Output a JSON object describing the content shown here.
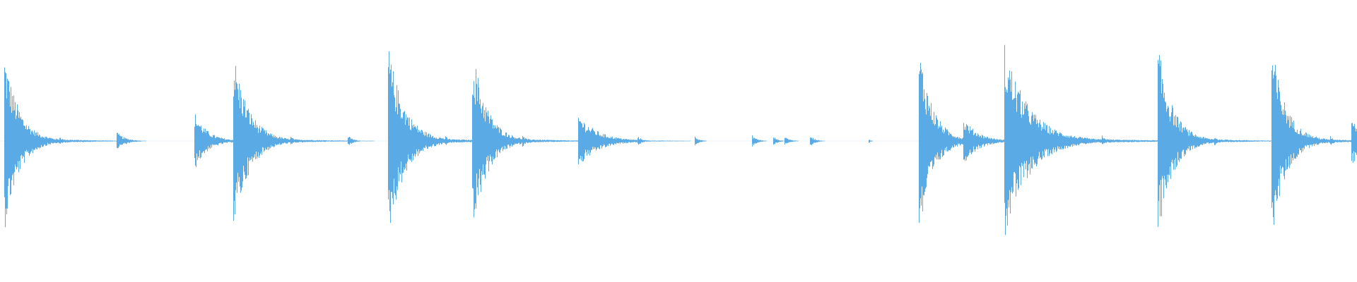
{
  "waveform": {
    "color": "#5aaae6",
    "background": "#ffffff",
    "duration_fraction_hits": [
      {
        "t": 0.003,
        "amp": 0.92,
        "decay": 0.03
      },
      {
        "t": 0.044,
        "amp": 0.05,
        "decay": 0.008
      },
      {
        "t": 0.086,
        "amp": 0.09,
        "decay": 0.018
      },
      {
        "t": 0.143,
        "amp": 0.3,
        "decay": 0.026
      },
      {
        "t": 0.172,
        "amp": 0.92,
        "decay": 0.032
      },
      {
        "t": 0.214,
        "amp": 0.05,
        "decay": 0.008
      },
      {
        "t": 0.256,
        "amp": 0.06,
        "decay": 0.01
      },
      {
        "t": 0.286,
        "amp": 0.98,
        "decay": 0.034
      },
      {
        "t": 0.328,
        "amp": 0.05,
        "decay": 0.008
      },
      {
        "t": 0.348,
        "amp": 0.98,
        "decay": 0.03
      },
      {
        "t": 0.385,
        "amp": 0.06,
        "decay": 0.009
      },
      {
        "t": 0.426,
        "amp": 0.28,
        "decay": 0.04
      },
      {
        "t": 0.47,
        "amp": 0.05,
        "decay": 0.01
      },
      {
        "t": 0.512,
        "amp": 0.06,
        "decay": 0.008
      },
      {
        "t": 0.554,
        "amp": 0.06,
        "decay": 0.01
      },
      {
        "t": 0.57,
        "amp": 0.05,
        "decay": 0.008
      },
      {
        "t": 0.578,
        "amp": 0.05,
        "decay": 0.01
      },
      {
        "t": 0.597,
        "amp": 0.06,
        "decay": 0.01
      },
      {
        "t": 0.64,
        "amp": 0.02,
        "decay": 0.004
      },
      {
        "t": 0.677,
        "amp": 1.0,
        "decay": 0.028
      },
      {
        "t": 0.71,
        "amp": 0.24,
        "decay": 0.03
      },
      {
        "t": 0.74,
        "amp": 1.0,
        "decay": 0.05
      },
      {
        "t": 0.812,
        "amp": 0.06,
        "decay": 0.009
      },
      {
        "t": 0.853,
        "amp": 1.0,
        "decay": 0.03
      },
      {
        "t": 0.895,
        "amp": 0.05,
        "decay": 0.008
      },
      {
        "t": 0.937,
        "amp": 1.0,
        "decay": 0.03
      },
      {
        "t": 0.98,
        "amp": 0.05,
        "decay": 0.008
      },
      {
        "t": 0.996,
        "amp": 0.28,
        "decay": 0.02
      }
    ]
  }
}
